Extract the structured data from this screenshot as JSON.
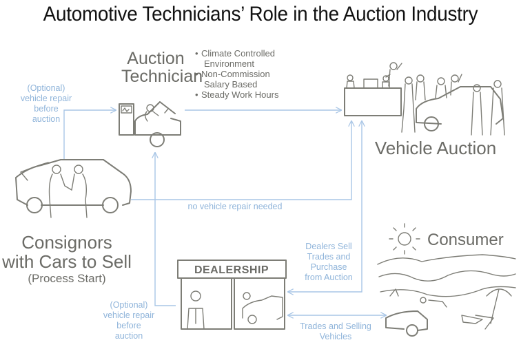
{
  "title": "Automotive Technicians’ Role in the Auction Industry",
  "auction_technician": {
    "label_line1": "Auction",
    "label_line2": "Technician",
    "bullets": [
      {
        "line1": "Climate Controlled",
        "line2": "Environment"
      },
      {
        "line1": "Non-Commission",
        "line2": "Salary Based"
      },
      {
        "line1": "Steady Work Hours",
        "line2": ""
      }
    ]
  },
  "vehicle_auction": {
    "label": "Vehicle Auction"
  },
  "consignors": {
    "line1": "Consignors",
    "line2": "with Cars to Sell",
    "line3": "(Process Start)"
  },
  "consumer": {
    "label": "Consumer"
  },
  "dealership": {
    "sign": "DEALERSHIP"
  },
  "flows": {
    "optional_repair_top": [
      "(Optional)",
      "vehicle repair",
      "before",
      "auction"
    ],
    "no_repair": "no vehicle repair needed",
    "dealers_sell": [
      "Dealers Sell",
      "Trades and",
      "Purchase",
      "from Auction"
    ],
    "optional_repair_bottom": [
      "(Optional)",
      "vehicle repair",
      "before",
      "auction"
    ],
    "trades_selling": [
      "Trades and Selling",
      "Vehicles"
    ]
  },
  "colors": {
    "flow_line": "#a9c6e6",
    "flow_text": "#8fb4da",
    "sketch": "#7d7d76",
    "label_text": "#6b6b66"
  }
}
